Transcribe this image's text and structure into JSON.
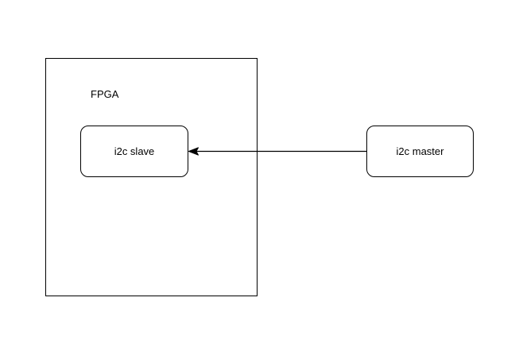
{
  "diagram": {
    "colors": {
      "background": "#ffffff",
      "stroke": "#000000",
      "shape_fill": "#ffffff",
      "text": "#000000"
    },
    "container": {
      "label": "FPGA"
    },
    "nodes": [
      {
        "label": "i2c slave"
      },
      {
        "label": "i2c master"
      }
    ],
    "edges": [
      {
        "from": "i2c master",
        "to": "i2c slave",
        "line_style": "solid",
        "arrowhead": "classic",
        "arrow_direction": "left"
      }
    ]
  }
}
